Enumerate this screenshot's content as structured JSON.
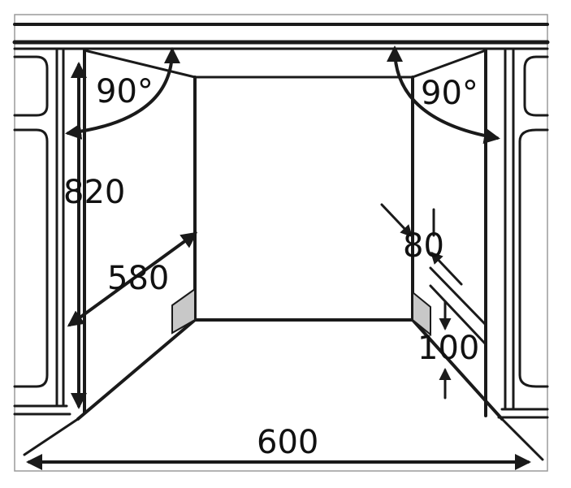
{
  "dimensions": {
    "height": "820",
    "depth": "580",
    "width": "600",
    "side_gap": "80",
    "bottom_gap": "100"
  },
  "angles": {
    "left": "90°",
    "right": "90°"
  },
  "colors": {
    "line": "#1a1a1a",
    "shade": "#c8c8c8",
    "frame": "#9a9a9a"
  }
}
